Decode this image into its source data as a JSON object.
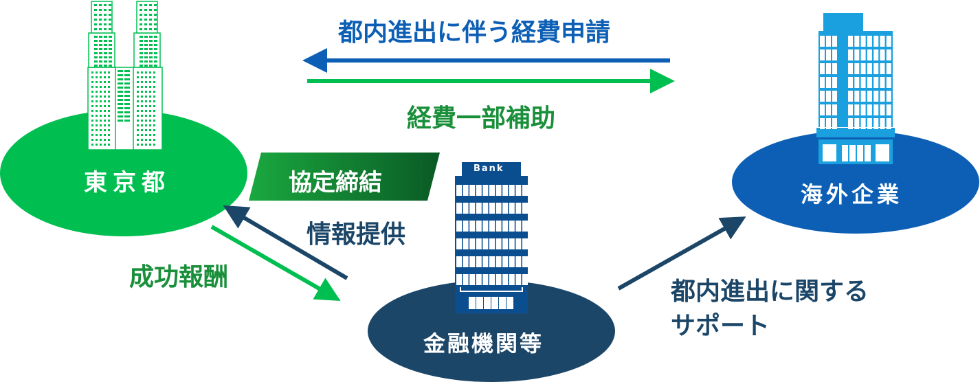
{
  "colors": {
    "green": "#00bf50",
    "dark_green": "#1a8f3a",
    "blue": "#0c5fb5",
    "navy": "#1c4668",
    "light_blue": "#1aa0df",
    "bank_blue": "#0b4e8f"
  },
  "nodes": {
    "tokyo": "東京都",
    "bank": "金融機関等",
    "overseas": "海外企業"
  },
  "bank_sign": "Bank",
  "banner": "協定締結",
  "flows": {
    "expense_application": "都内進出に伴う経費申請",
    "partial_subsidy": "経費一部補助",
    "info_provision": "情報提供",
    "success_fee": "成功報酬",
    "support_line1": "都内進出に関する",
    "support_line2": "サポート"
  }
}
